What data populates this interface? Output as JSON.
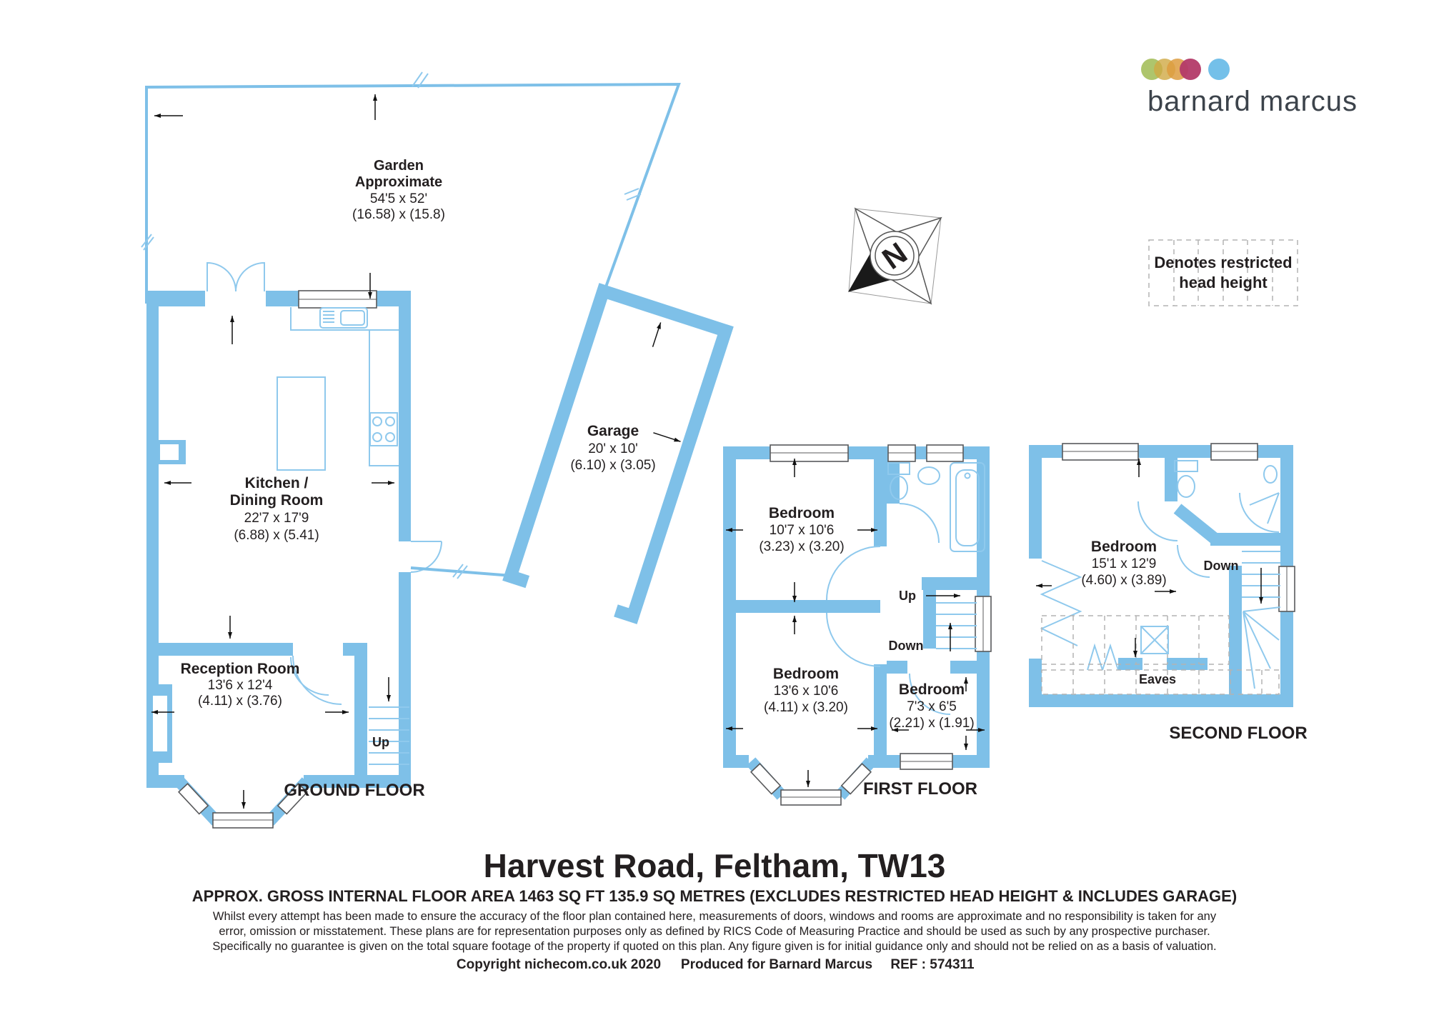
{
  "logo": {
    "name": "barnard marcus",
    "colors": {
      "green": "#a5bf5c",
      "gold": "#d0a944",
      "orange": "#dd9c3f",
      "magenta": "#b33a68",
      "blue": "#74c0e9"
    }
  },
  "compass": {
    "label": "N"
  },
  "legend": {
    "line1": "Denotes restricted",
    "line2": "head height"
  },
  "plan": {
    "wall_color": "#7ec0e8",
    "garden": {
      "line1": "Garden",
      "line2": "Approximate",
      "dims_imperial": "54'5 x 52'",
      "dims_metric": "(16.58) x (15.8)"
    },
    "garage": {
      "name": "Garage",
      "dims_imperial": "20' x 10'",
      "dims_metric": "(6.10) x (3.05)"
    },
    "ground_floor": {
      "label": "GROUND FLOOR",
      "stairs_label": "Up",
      "rooms": [
        {
          "name_line1": "Kitchen /",
          "name_line2": "Dining Room",
          "dims_imperial": "22'7 x 17'9",
          "dims_metric": "(6.88) x (5.41)"
        },
        {
          "name": "Reception Room",
          "dims_imperial": "13'6 x 12'4",
          "dims_metric": "(4.11) x (3.76)"
        }
      ]
    },
    "first_floor": {
      "label": "FIRST FLOOR",
      "stairs_up_label": "Up",
      "stairs_down_label": "Down",
      "rooms": [
        {
          "name": "Bedroom",
          "dims_imperial": "10'7 x 10'6",
          "dims_metric": "(3.23) x (3.20)"
        },
        {
          "name": "Bedroom",
          "dims_imperial": "13'6 x 10'6",
          "dims_metric": "(4.11) x (3.20)"
        },
        {
          "name": "Bedroom",
          "dims_imperial": "7'3 x 6'5",
          "dims_metric": "(2.21) x (1.91)"
        }
      ]
    },
    "second_floor": {
      "label": "SECOND FLOOR",
      "stairs_down_label": "Down",
      "eaves_label": "Eaves",
      "rooms": [
        {
          "name": "Bedroom",
          "dims_imperial": "15'1 x 12'9",
          "dims_metric": "(4.60) x (3.89)"
        }
      ]
    }
  },
  "footer": {
    "title": "Harvest Road, Feltham, TW13",
    "area_line": "APPROX. GROSS INTERNAL FLOOR AREA 1463 SQ FT 135.9 SQ METRES (EXCLUDES RESTRICTED HEAD HEIGHT & INCLUDES GARAGE)",
    "disclaimer_line1": "Whilst every attempt has been made to ensure the accuracy of the floor plan contained here, measurements of doors, windows and rooms are approximate and no responsibility is taken for any",
    "disclaimer_line2": "error, omission or misstatement. These plans are for representation purposes only as defined by RICS Code of Measuring Practice and should be used as such by any prospective purchaser.",
    "disclaimer_line3": "Specifically no guarantee is given on the total square footage of the property if quoted on this plan. Any figure given is for initial guidance only and should not be relied on as a basis of valuation.",
    "copyright_left": "Copyright nichecom.co.uk 2020",
    "copyright_mid": "Produced for Barnard Marcus",
    "copyright_right": "REF : 574311"
  }
}
